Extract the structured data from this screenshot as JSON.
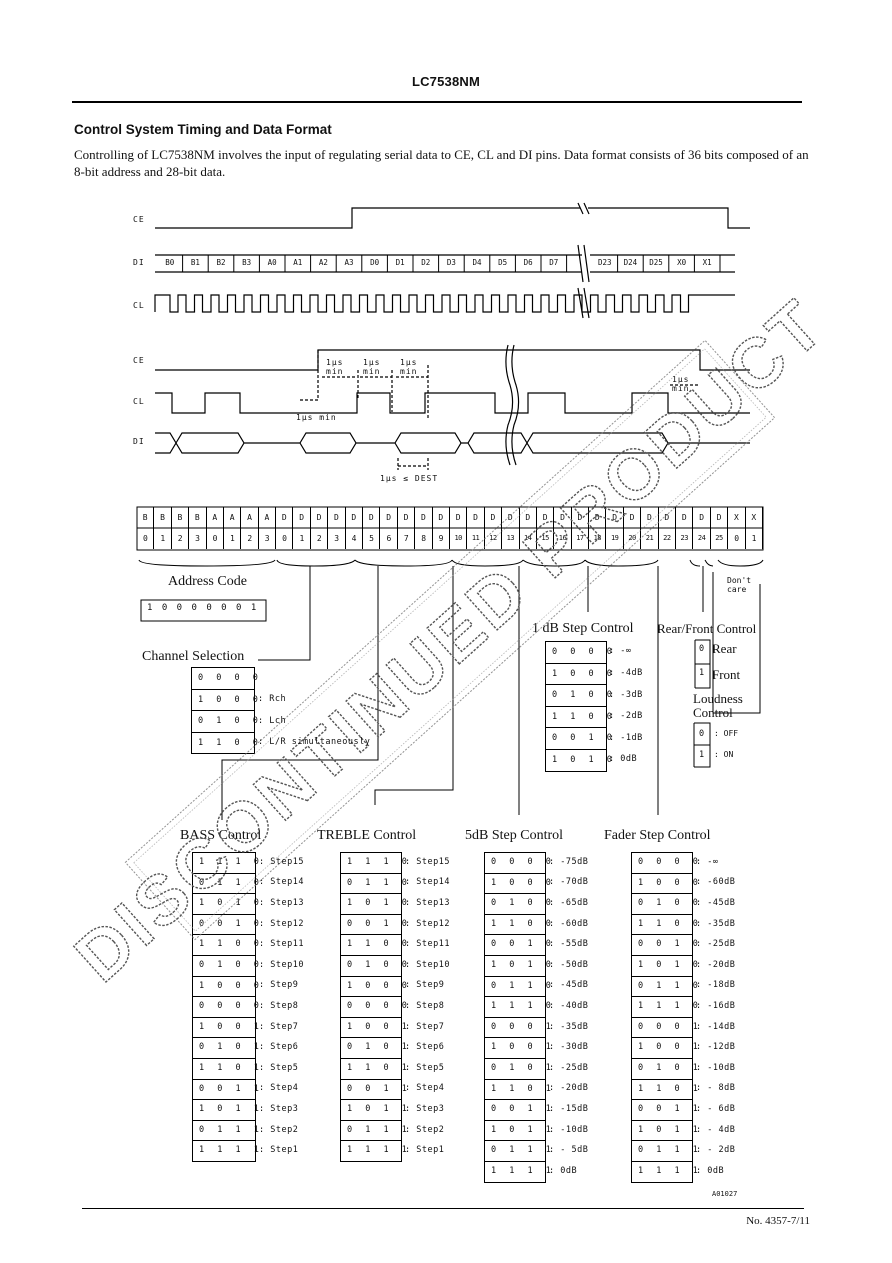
{
  "header": {
    "title": "LC7538NM",
    "page_number": "No. 4357-7/11",
    "figure_id": "A01027"
  },
  "section": {
    "title": "Control System Timing and Data Format",
    "intro": "Controlling of LC7538NM involves the input of regulating serial data to CE, CL and DI pins.  Data format consists of 36 bits composed of an 8-bit address and 28-bit data."
  },
  "watermark": "DISCONTINUED PRODUCT",
  "timing": {
    "signals": [
      "CE",
      "DI",
      "CL",
      "CE",
      "CL",
      "DI"
    ],
    "di_bits_left": [
      "B0",
      "B1",
      "B2",
      "B3",
      "A0",
      "A1",
      "A2",
      "A3",
      "D0",
      "D1",
      "D2",
      "D3",
      "D4",
      "D5",
      "D6",
      "D7"
    ],
    "di_bits_right": [
      "D23",
      "D24",
      "D25",
      "X0",
      "X1"
    ],
    "annotations": [
      "1µs min",
      "1µs min",
      "1µs min",
      "1µs min",
      "1µs min",
      "1µs ≤ DEST"
    ]
  },
  "bitmap": {
    "top": [
      "B",
      "B",
      "B",
      "B",
      "A",
      "A",
      "A",
      "A",
      "D",
      "D",
      "D",
      "D",
      "D",
      "D",
      "D",
      "D",
      "D",
      "D",
      "D",
      "D",
      "D",
      "D",
      "D",
      "D",
      "D",
      "D",
      "D",
      "D",
      "D",
      "D",
      "D",
      "D",
      "D",
      "D",
      "X",
      "X"
    ],
    "bottom": [
      "0",
      "1",
      "2",
      "3",
      "0",
      "1",
      "2",
      "3",
      "0",
      "1",
      "2",
      "3",
      "4",
      "5",
      "6",
      "7",
      "8",
      "9",
      "10",
      "11",
      "12",
      "13",
      "14",
      "15",
      "16",
      "17",
      "18",
      "19",
      "20",
      "21",
      "22",
      "23",
      "24",
      "25",
      "0",
      "1"
    ]
  },
  "address_code": {
    "label": "Address Code",
    "value": "1 0 0 0 0 0 0 1"
  },
  "dont_care": "Don't care",
  "channel_selection": {
    "label": "Channel Selection",
    "rows": [
      {
        "bits": "0 0 0 0",
        "desc": ""
      },
      {
        "bits": "1 0 0 0",
        "desc": ": Rch"
      },
      {
        "bits": "0 1 0 0",
        "desc": ": Lch"
      },
      {
        "bits": "1 1 0 0",
        "desc": ": L/R simultaneously"
      }
    ]
  },
  "db1_step": {
    "label": "1 dB Step Control",
    "rows": [
      {
        "bits": "0 0 0 0",
        "desc": ": -∞"
      },
      {
        "bits": "1 0 0 0",
        "desc": ": -4dB"
      },
      {
        "bits": "0 1 0 0",
        "desc": ": -3dB"
      },
      {
        "bits": "1 1 0 0",
        "desc": ": -2dB"
      },
      {
        "bits": "0 0 1 0",
        "desc": ": -1dB"
      },
      {
        "bits": "1 0 1 0",
        "desc": ": 0dB"
      }
    ]
  },
  "rear_front": {
    "label": "Rear/Front Control",
    "rows": [
      {
        "bits": "0",
        "desc": "Rear"
      },
      {
        "bits": "1",
        "desc": "Front"
      }
    ]
  },
  "loudness": {
    "label": "Loudness Control",
    "rows": [
      {
        "bits": "0",
        "desc": ": OFF"
      },
      {
        "bits": "1",
        "desc": ": ON"
      }
    ]
  },
  "bass": {
    "label": "BASS Control",
    "rows": [
      {
        "bits": "1 1 1 0",
        "desc": ": Step15"
      },
      {
        "bits": "0 1 1 0",
        "desc": ": Step14"
      },
      {
        "bits": "1 0 1 0",
        "desc": ": Step13"
      },
      {
        "bits": "0 0 1 0",
        "desc": ": Step12"
      },
      {
        "bits": "1 1 0 0",
        "desc": ": Step11"
      },
      {
        "bits": "0 1 0 0",
        "desc": ": Step10"
      },
      {
        "bits": "1 0 0 0",
        "desc": ": Step9"
      },
      {
        "bits": "0 0 0 0",
        "desc": ": Step8"
      },
      {
        "bits": "1 0 0 1",
        "desc": ": Step7"
      },
      {
        "bits": "0 1 0 1",
        "desc": ": Step6"
      },
      {
        "bits": "1 1 0 1",
        "desc": ": Step5"
      },
      {
        "bits": "0 0 1 1",
        "desc": ": Step4"
      },
      {
        "bits": "1 0 1 1",
        "desc": ": Step3"
      },
      {
        "bits": "0 1 1 1",
        "desc": ": Step2"
      },
      {
        "bits": "1 1 1 1",
        "desc": ": Step1"
      }
    ]
  },
  "treble": {
    "label": "TREBLE Control",
    "rows": [
      {
        "bits": "1 1 1 0",
        "desc": ": Step15"
      },
      {
        "bits": "0 1 1 0",
        "desc": ": Step14"
      },
      {
        "bits": "1 0 1 0",
        "desc": ": Step13"
      },
      {
        "bits": "0 0 1 0",
        "desc": ": Step12"
      },
      {
        "bits": "1 1 0 0",
        "desc": ": Step11"
      },
      {
        "bits": "0 1 0 0",
        "desc": ": Step10"
      },
      {
        "bits": "1 0 0 0",
        "desc": ": Step9"
      },
      {
        "bits": "0 0 0 0",
        "desc": ": Step8"
      },
      {
        "bits": "1 0 0 1",
        "desc": ": Step7"
      },
      {
        "bits": "0 1 0 1",
        "desc": ": Step6"
      },
      {
        "bits": "1 1 0 1",
        "desc": ": Step5"
      },
      {
        "bits": "0 0 1 1",
        "desc": ": Step4"
      },
      {
        "bits": "1 0 1 1",
        "desc": ": Step3"
      },
      {
        "bits": "0 1 1 1",
        "desc": ": Step2"
      },
      {
        "bits": "1 1 1 1",
        "desc": ": Step1"
      }
    ]
  },
  "db5_step": {
    "label": "5dB Step Control",
    "rows": [
      {
        "bits": "0 0 0 0",
        "desc": ": -75dB"
      },
      {
        "bits": "1 0 0 0",
        "desc": ": -70dB"
      },
      {
        "bits": "0 1 0 0",
        "desc": ": -65dB"
      },
      {
        "bits": "1 1 0 0",
        "desc": ": -60dB"
      },
      {
        "bits": "0 0 1 0",
        "desc": ": -55dB"
      },
      {
        "bits": "1 0 1 0",
        "desc": ": -50dB"
      },
      {
        "bits": "0 1 1 0",
        "desc": ": -45dB"
      },
      {
        "bits": "1 1 1 0",
        "desc": ": -40dB"
      },
      {
        "bits": "0 0 0 1",
        "desc": ": -35dB"
      },
      {
        "bits": "1 0 0 1",
        "desc": ": -30dB"
      },
      {
        "bits": "0 1 0 1",
        "desc": ": -25dB"
      },
      {
        "bits": "1 1 0 1",
        "desc": ": -20dB"
      },
      {
        "bits": "0 0 1 1",
        "desc": ": -15dB"
      },
      {
        "bits": "1 0 1 1",
        "desc": ": -10dB"
      },
      {
        "bits": "0 1 1 1",
        "desc": ": - 5dB"
      },
      {
        "bits": "1 1 1 1",
        "desc": ": 0dB"
      }
    ]
  },
  "fader": {
    "label": "Fader Step Control",
    "rows": [
      {
        "bits": "0 0 0 0",
        "desc": ": -∞"
      },
      {
        "bits": "1 0 0 0",
        "desc": ": -60dB"
      },
      {
        "bits": "0 1 0 0",
        "desc": ": -45dB"
      },
      {
        "bits": "1 1 0 0",
        "desc": ": -35dB"
      },
      {
        "bits": "0 0 1 0",
        "desc": ": -25dB"
      },
      {
        "bits": "1 0 1 0",
        "desc": ": -20dB"
      },
      {
        "bits": "0 1 1 0",
        "desc": ": -18dB"
      },
      {
        "bits": "1 1 1 0",
        "desc": ": -16dB"
      },
      {
        "bits": "0 0 0 1",
        "desc": ": -14dB"
      },
      {
        "bits": "1 0 0 1",
        "desc": ": -12dB"
      },
      {
        "bits": "0 1 0 1",
        "desc": ": -10dB"
      },
      {
        "bits": "1 1 0 1",
        "desc": ": - 8dB"
      },
      {
        "bits": "0 0 1 1",
        "desc": ": - 6dB"
      },
      {
        "bits": "1 0 1 1",
        "desc": ": - 4dB"
      },
      {
        "bits": "0 1 1 1",
        "desc": ": - 2dB"
      },
      {
        "bits": "1 1 1 1",
        "desc": ": 0dB"
      }
    ]
  }
}
